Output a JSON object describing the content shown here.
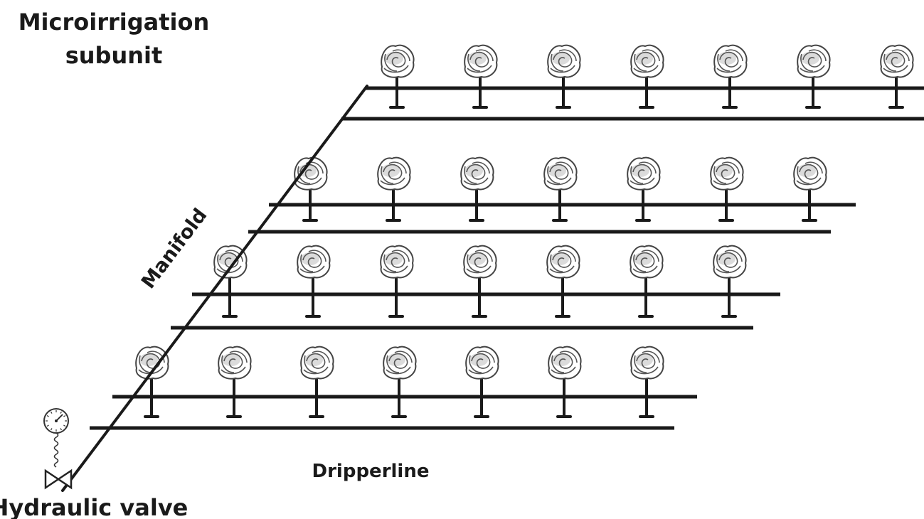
{
  "labels": {
    "subunit_line1": "Microirrigation",
    "subunit_line2": "subunit",
    "manifold": "Manifold",
    "dripperline": "Dripperline",
    "valve": "Hydraulic valve"
  },
  "rows": [
    {
      "tree_count": 7
    },
    {
      "tree_count": 7
    },
    {
      "tree_count": 7
    },
    {
      "tree_count": 7
    }
  ],
  "icons": {
    "tree": "tree-icon",
    "gauge": "pressure-gauge-icon",
    "valve": "hydraulic-valve-icon"
  }
}
